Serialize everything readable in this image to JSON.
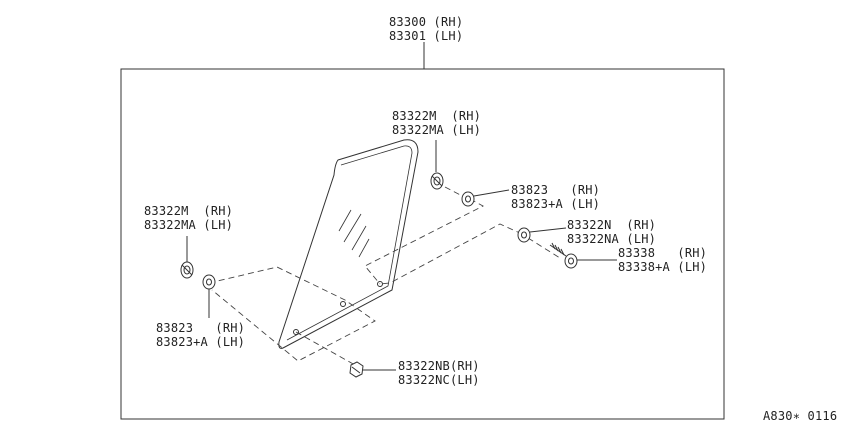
{
  "diagram": {
    "part_main_rh": "83300 (RH)",
    "part_main_lh": "83301 (LH)",
    "top_right_clip_rh": "83322M  (RH)",
    "top_right_clip_lh": "83322MA (LH)",
    "top_right_washer_rh": "83823   (RH)",
    "top_right_washer_lh": "83823+A (LH)",
    "left_clip_rh": "83322M  (RH)",
    "left_clip_lh": "83322MA (LH)",
    "left_washer_rh": "83823   (RH)",
    "left_washer_lh": "83823+A (LH)",
    "right_clip_rh": "83322N  (RH)",
    "right_clip_lh": "83322NA (LH)",
    "right_screw_rh": "83338   (RH)",
    "right_screw_lh": "83338+A (LH)",
    "bottom_clip_rh": "83322NB(RH)",
    "bottom_clip_lh": "83322NC(LH)",
    "figure_code": "A830∗ 0116"
  }
}
